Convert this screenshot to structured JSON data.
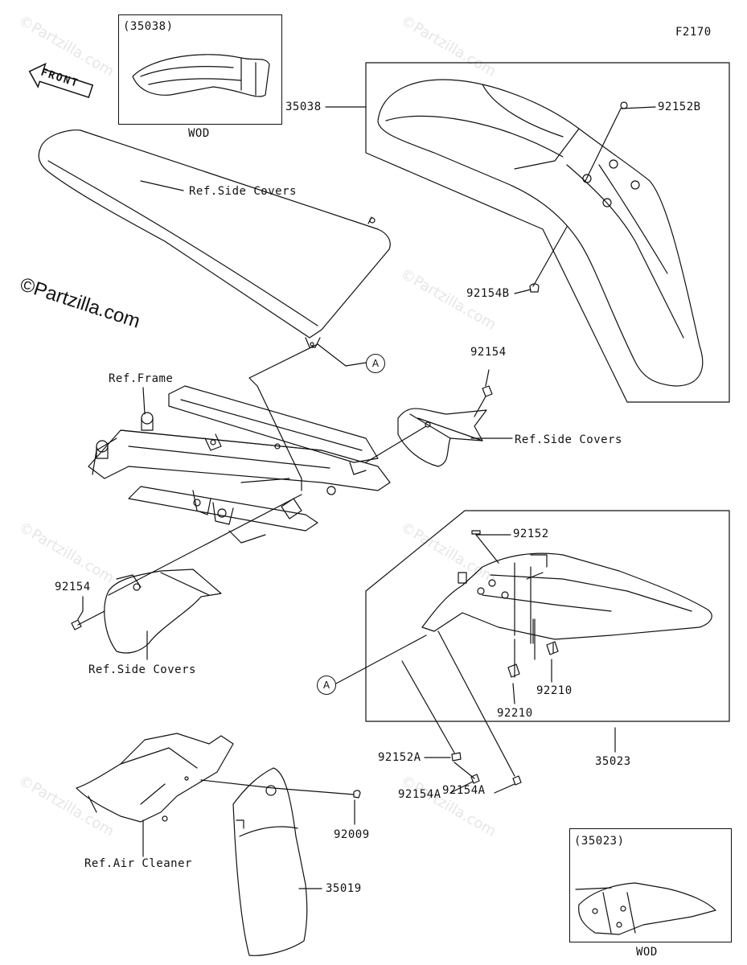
{
  "figure_code": "F2170",
  "brand": "©Partzilla.com",
  "watermark": "©Partzilla.com",
  "front_label": "FRONT",
  "ref_labels": {
    "side_covers_top": "Ref.Side Covers",
    "side_covers_right": "Ref.Side Covers",
    "side_covers_left": "Ref.Side Covers",
    "frame": "Ref.Frame",
    "air_cleaner": "Ref.Air Cleaner"
  },
  "inset_front": {
    "code": "(35038)",
    "note": "WOD"
  },
  "inset_rear": {
    "code": "(35023)",
    "note": "WOD"
  },
  "callout_letter": "A",
  "parts": {
    "front_fender": "35038",
    "front_fender_pad": "92152B",
    "front_fender_bolt": "92154B",
    "side_cover_bolt_right": "92154",
    "side_cover_bolt_left": "92154",
    "rear_fender_clip": "92152",
    "rear_fender": "35023",
    "nut_1": "92210",
    "nut_2": "92210",
    "collar": "92152A",
    "bolt_a1": "92154A",
    "bolt_a2": "92154A",
    "mud_flap_screw": "92009",
    "mud_flap": "35019"
  }
}
